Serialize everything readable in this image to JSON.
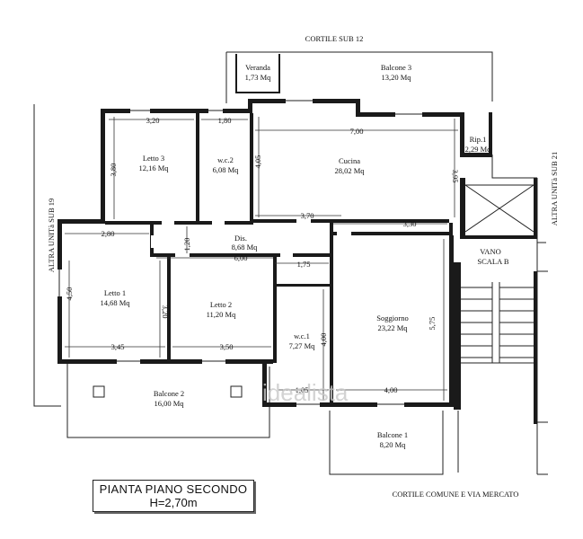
{
  "title": {
    "line1": "PIANTA PIANO SECONDO",
    "line2": "H=2,70m"
  },
  "surroundings": {
    "top": "CORTILE SUB 12",
    "left": "ALTRA UNITà SUB 19",
    "right": "ALTRA UNITà SUB 21",
    "bottom": "CORTILE COMUNE E VIA MERCATO"
  },
  "rooms": {
    "veranda": {
      "name": "Veranda",
      "area": "1,73 Mq"
    },
    "balcone3": {
      "name": "Balcone 3",
      "area": "13,20 Mq"
    },
    "letto3": {
      "name": "Letto 3",
      "area": "12,16 Mq"
    },
    "wc2": {
      "name": "w.c.2",
      "area": "6,08 Mq"
    },
    "cucina": {
      "name": "Cucina",
      "area": "28,02 Mq"
    },
    "rip1": {
      "name": "Rip.1",
      "area": "2,29 Mq"
    },
    "dis": {
      "name": "Dis.",
      "area": "8,68 Mq"
    },
    "letto1": {
      "name": "Letto 1",
      "area": "14,68 Mq"
    },
    "letto2": {
      "name": "Letto 2",
      "area": "11,20 Mq"
    },
    "wc1": {
      "name": "w.c.1",
      "area": "7,27 Mq"
    },
    "soggiorno": {
      "name": "Soggiorno",
      "area": "23,22 Mq"
    },
    "balcone2": {
      "name": "Balcone 2",
      "area": "16,00 Mq"
    },
    "balcone1": {
      "name": "Balcone 1",
      "area": "8,20 Mq"
    },
    "vano": {
      "line1": "VANO",
      "line2": "SCALA B"
    }
  },
  "dimensions": {
    "d_320": "3,20",
    "d_180": "1,80",
    "d_700": "7,00",
    "d_380": "3,80",
    "d_405": "4,05",
    "d_395": "3,95",
    "d_370": "3,70",
    "d_330": "3,30",
    "d_280": "2,80",
    "d_120": "1,20",
    "d_600": "6,00",
    "d_175": "1,75",
    "d_450": "4,50",
    "d_320b": "3,20",
    "d_400": "4,00",
    "d_575": "5,75",
    "d_345": "3,45",
    "d_350": "3,50",
    "d_105": "1,05",
    "d_400b": "4,00"
  },
  "watermark": "idealista",
  "colors": {
    "wall": "#1a1a1a",
    "line": "#222222",
    "background": "#ffffff"
  }
}
